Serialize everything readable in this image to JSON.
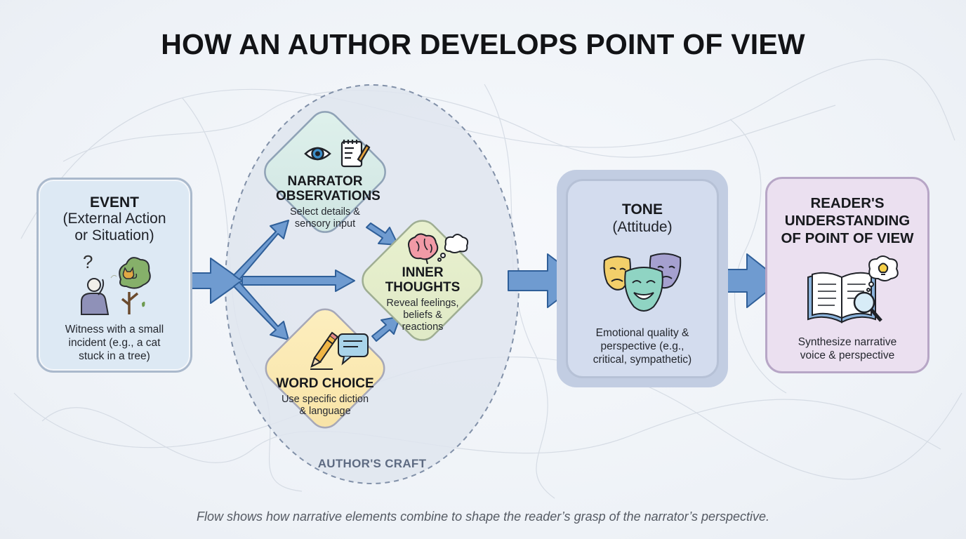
{
  "title": "HOW AN AUTHOR DEVELOPS POINT OF VIEW",
  "caption": "Flow shows how narrative elements combine to shape the reader’s grasp of the narrator’s perspective.",
  "event": {
    "heading": "EVENT",
    "subtitle_line1": "(External Action",
    "subtitle_line2": "or Situation)",
    "question_mark": "?",
    "desc_line1": "Witness with a small",
    "desc_line2": "incident (e.g., a cat",
    "desc_line3": "stuck in a tree)"
  },
  "authors_craft": {
    "label": "AUTHOR'S CRAFT",
    "narrator": {
      "heading_line1": "NARRATOR",
      "heading_line2": "OBSERVATIONS",
      "desc_line1": "Select details &",
      "desc_line2": "sensory input"
    },
    "inner": {
      "heading_line1": "INNER",
      "heading_line2": "THOUGHTS",
      "desc_line1": "Reveal feelings,",
      "desc_line2": "beliefs &",
      "desc_line3": "reactions"
    },
    "word": {
      "heading": "WORD CHOICE",
      "desc_line1": "Use specific diction",
      "desc_line2": "& language"
    }
  },
  "tone": {
    "heading": "TONE",
    "subtitle": "(Attitude)",
    "desc_line1": "Emotional quality &",
    "desc_line2": "perspective (e.g.,",
    "desc_line3": "critical, sympathetic)"
  },
  "reader": {
    "heading_line1": "READER'S",
    "heading_line2": "UNDERSTANDING",
    "heading_line3": "OF POINT OF VIEW",
    "desc_line1": "Synthesize narrative",
    "desc_line2": "voice & perspective"
  },
  "icons": [
    "person-icon",
    "tree-icon",
    "cat-icon",
    "eye-icon",
    "notepad-icon",
    "brain-icon",
    "thought-bubble-icon",
    "pencil-icon",
    "speech-bubble-icon",
    "theater-masks-icon",
    "open-book-icon",
    "magnifier-icon",
    "lightbulb-icon"
  ],
  "colors": {
    "arrow": "#6f9bd0",
    "arrow_stroke": "#2f5f99",
    "event_fill": "#dde9f4",
    "narrator_fill": "#d6ebe6",
    "inner_fill": "#e3edc9",
    "word_fill": "#fbeab5",
    "tone_fill": "#d3dcee",
    "reader_fill": "#ebe0f0"
  }
}
